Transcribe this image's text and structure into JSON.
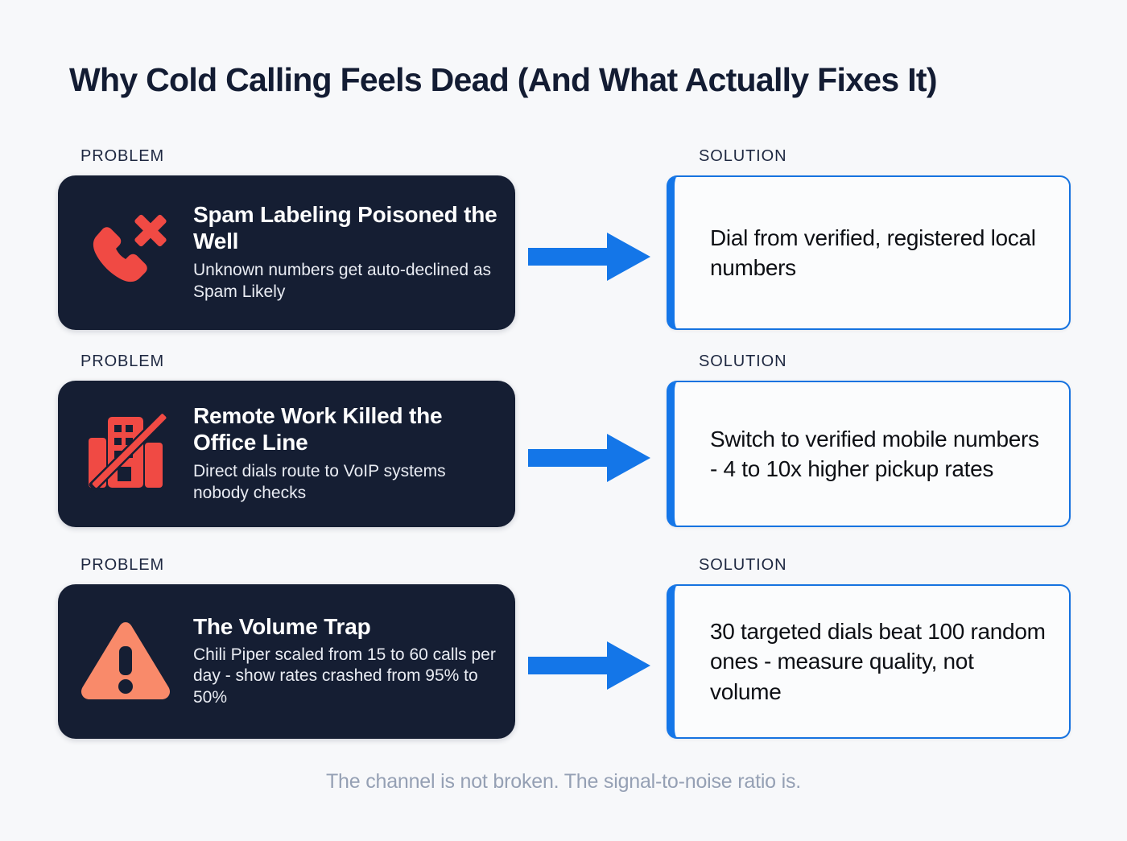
{
  "title": "Why Cold Calling Feels Dead (And What Actually Fixes It)",
  "columns": {
    "problem_label": "PROBLEM",
    "solution_label": "SOLUTION"
  },
  "colors": {
    "background": "#f7f8fa",
    "card_navy": "#151e33",
    "icon_red": "#f04a44",
    "icon_orange": "#f98a6a",
    "accent_blue": "#1476e8",
    "title_navy": "#131c33",
    "footer_gray": "#95a0b4"
  },
  "rows": [
    {
      "problem_label": "PROBLEM",
      "solution_label": "SOLUTION",
      "icon": "phone-missed-call-icon",
      "icon_color": "#f04a44",
      "problem_title": "Spam Labeling Poisoned the Well",
      "problem_desc": "Unknown numbers get auto-declined as Spam Likely",
      "solution_text": "Dial from verified, registered local numbers"
    },
    {
      "problem_label": "PROBLEM",
      "solution_label": "SOLUTION",
      "icon": "office-buildings-disabled-icon",
      "icon_color": "#f04a44",
      "problem_title": "Remote Work Killed the Office Line",
      "problem_desc": "Direct dials route to VoIP systems nobody checks",
      "solution_text": "Switch to verified mobile numbers - 4 to 10x higher pickup rates"
    },
    {
      "problem_label": "PROBLEM",
      "solution_label": "SOLUTION",
      "icon": "warning-triangle-icon",
      "icon_color": "#f98a6a",
      "problem_title": "The Volume Trap",
      "problem_desc": "Chili Piper scaled from 15 to 60 calls per day - show rates crashed from 95% to 50%",
      "solution_text": "30 targeted dials beat 100 random ones - measure quality, not volume"
    }
  ],
  "footer": "The channel is not broken. The signal-to-noise ratio is."
}
